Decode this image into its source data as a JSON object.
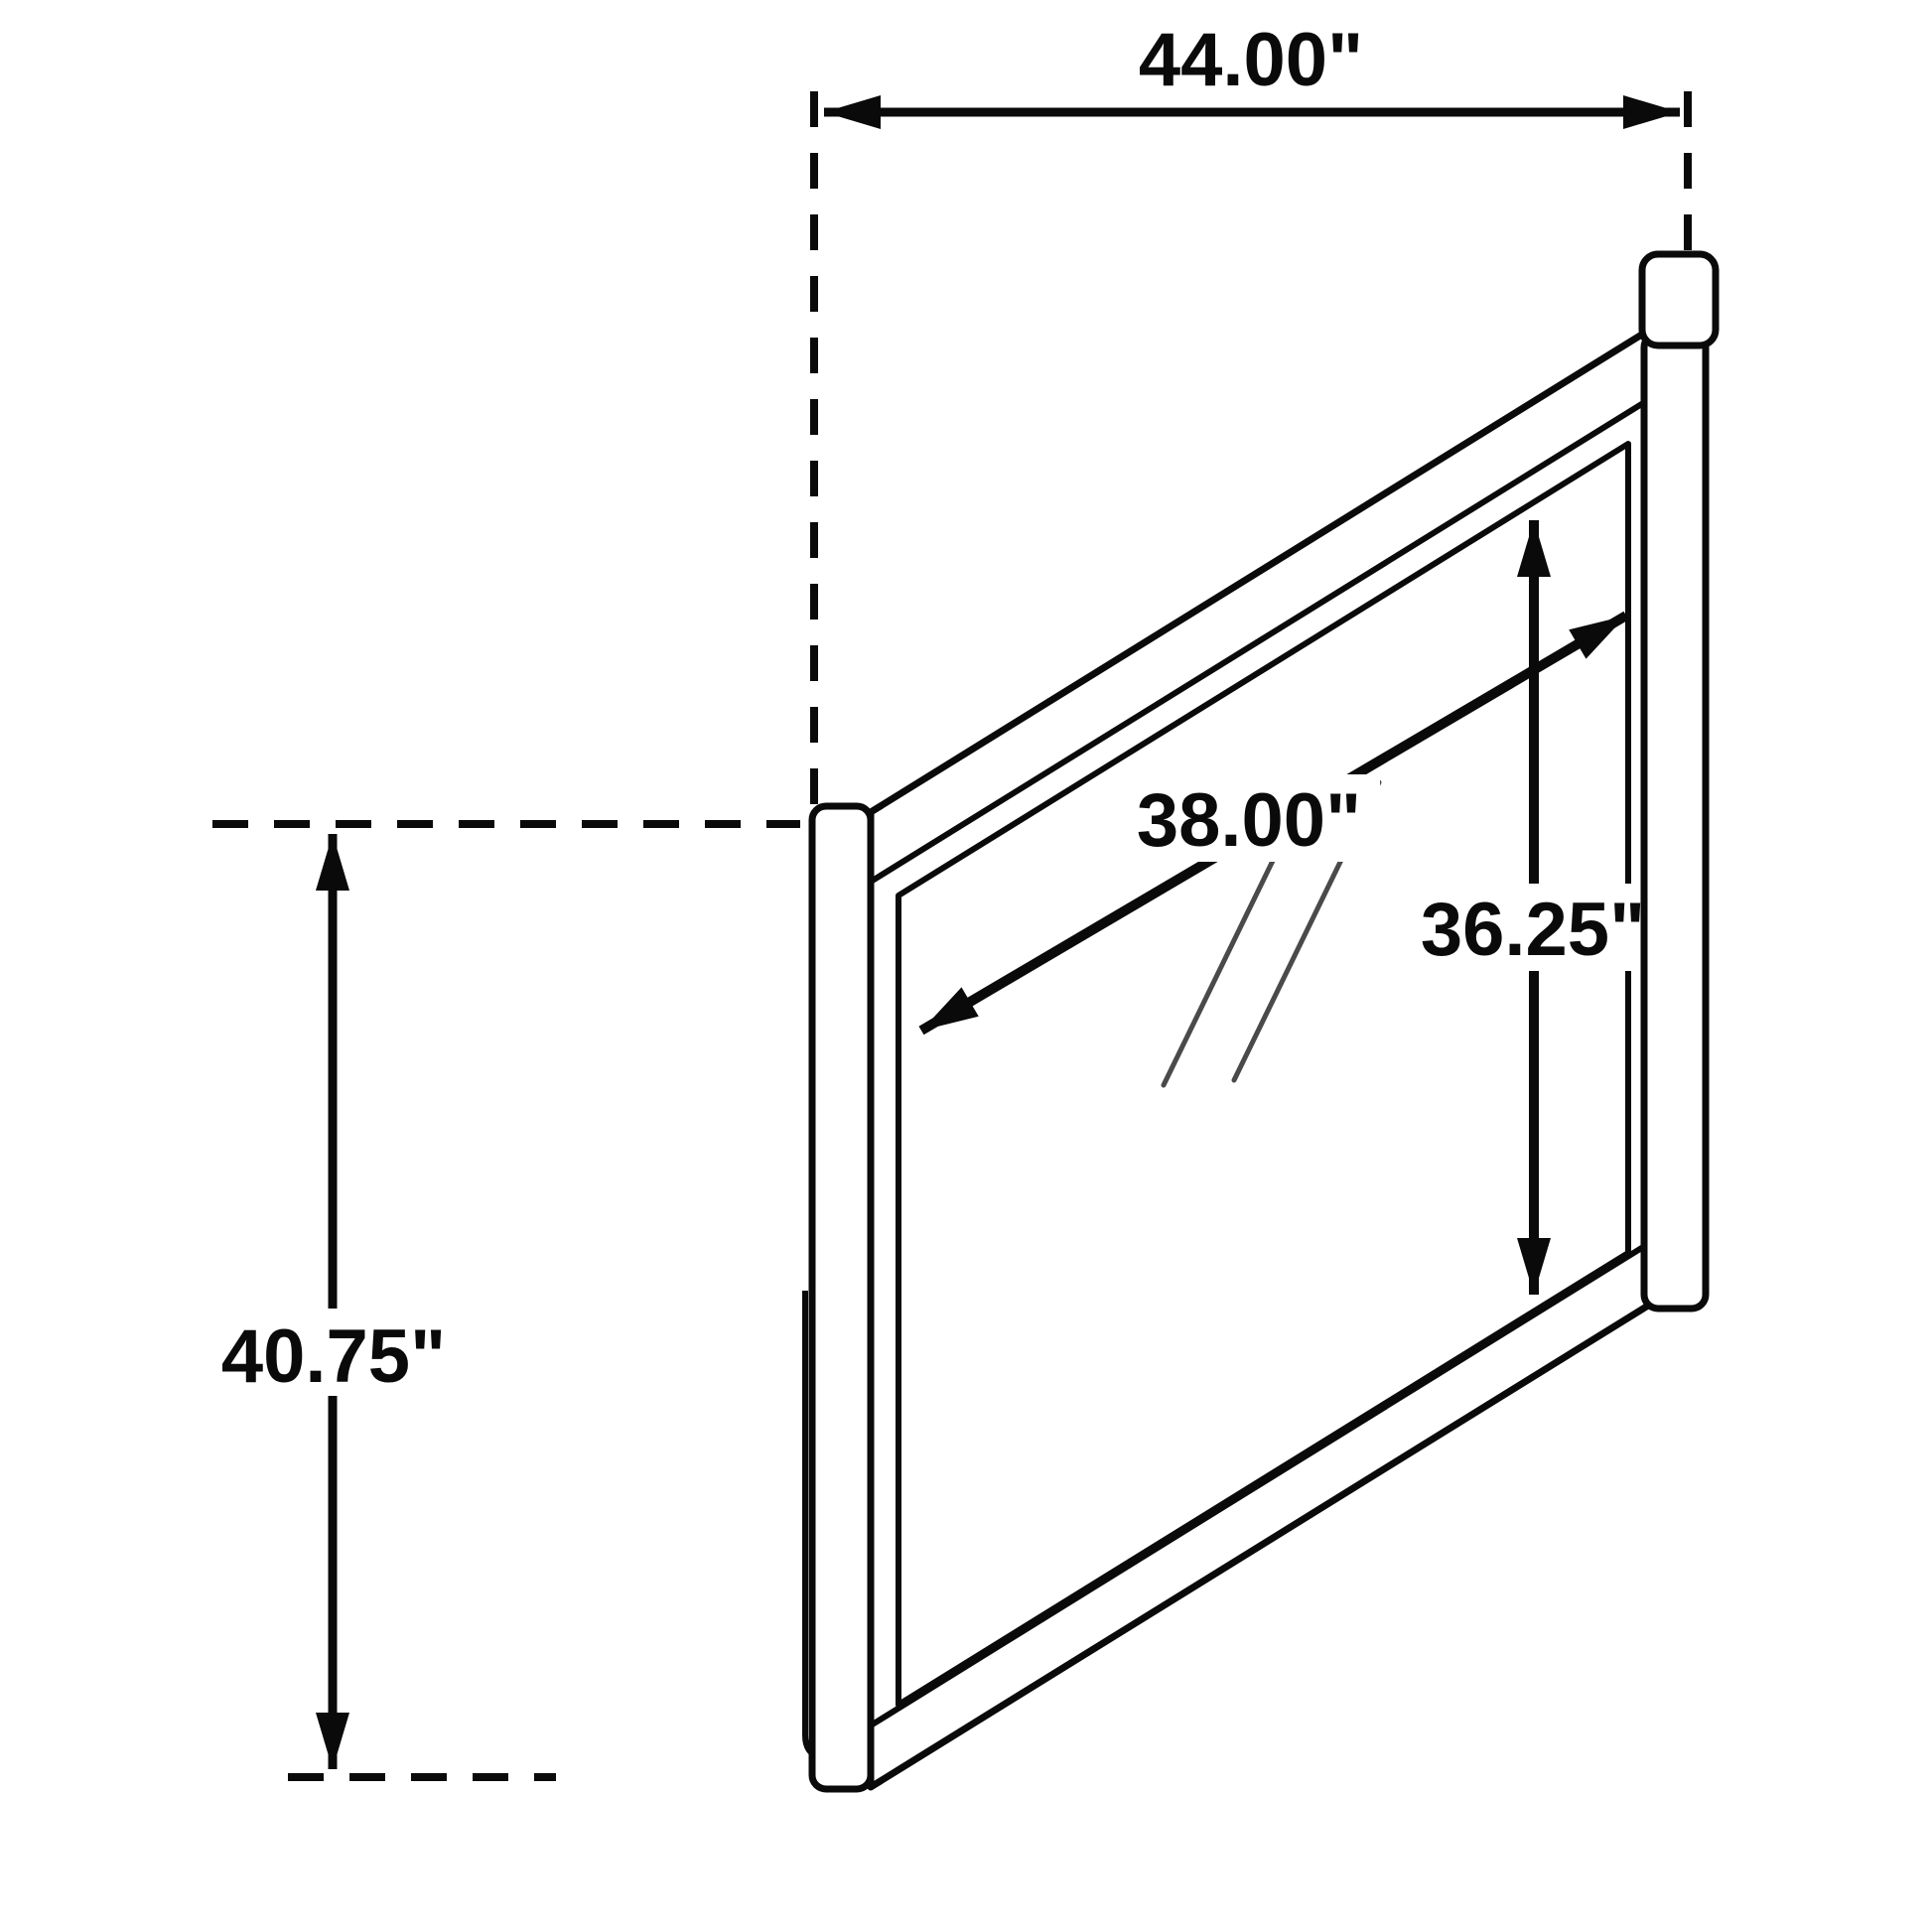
{
  "dimensions": {
    "overall_width": "44.00\"",
    "overall_height": "40.75\"",
    "mirror_width": "38.00\"",
    "mirror_height": "36.25\""
  },
  "colors": {
    "line": "#0a0a0a",
    "background": "#ffffff"
  }
}
